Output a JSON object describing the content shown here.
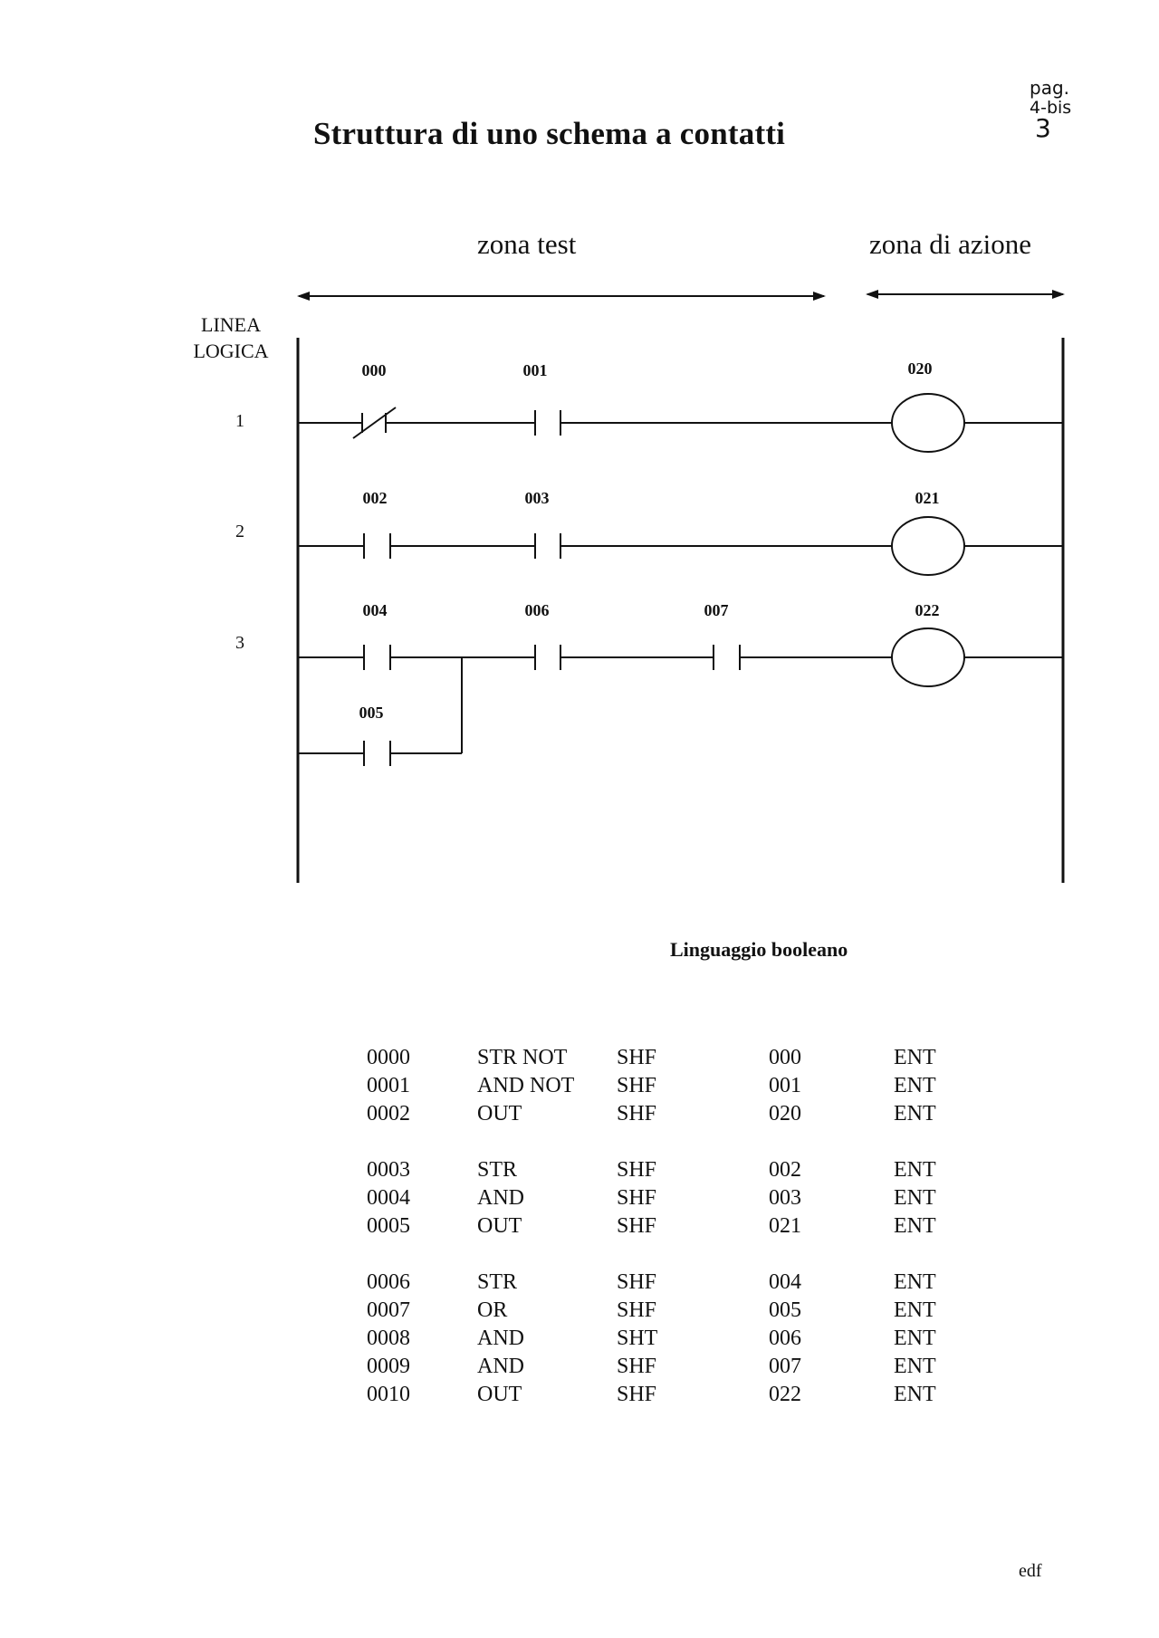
{
  "title": "Struttura di uno schema a contatti",
  "page_mark": {
    "line1": "pag.",
    "line2": "4-bis",
    "line3": "3"
  },
  "zones": {
    "test": "zona test",
    "action": "zona di azione"
  },
  "logic_line_label": {
    "line1": "LINEA",
    "line2": "LOGICA"
  },
  "rungs": [
    {
      "number": "1",
      "contacts": [
        {
          "addr": "000",
          "type": "NC"
        },
        {
          "addr": "001",
          "type": "NO"
        }
      ],
      "coil": "020"
    },
    {
      "number": "2",
      "contacts": [
        {
          "addr": "002",
          "type": "NO"
        },
        {
          "addr": "003",
          "type": "NO"
        }
      ],
      "coil": "021"
    },
    {
      "number": "3",
      "contacts": [
        {
          "addr": "004",
          "type": "NO"
        },
        {
          "addr": "006",
          "type": "NO"
        },
        {
          "addr": "007",
          "type": "NO"
        }
      ],
      "parallel_contact": {
        "addr": "005",
        "type": "NO"
      },
      "coil": "022"
    }
  ],
  "boolean_section": {
    "title": "Linguaggio booleano",
    "groups": [
      [
        [
          "0000",
          "STR NOT",
          "SHF",
          "000",
          "ENT"
        ],
        [
          "0001",
          "AND NOT",
          "SHF",
          "001",
          "ENT"
        ],
        [
          "0002",
          "OUT",
          "SHF",
          "020",
          "ENT"
        ]
      ],
      [
        [
          "0003",
          "STR",
          "SHF",
          "002",
          "ENT"
        ],
        [
          "0004",
          "AND",
          "SHF",
          "003",
          "ENT"
        ],
        [
          "0005",
          "OUT",
          "SHF",
          "021",
          "ENT"
        ]
      ],
      [
        [
          "0006",
          "STR",
          "SHF",
          "004",
          "ENT"
        ],
        [
          "0007",
          "OR",
          "SHF",
          "005",
          "ENT"
        ],
        [
          "0008",
          "AND",
          "SHT",
          "006",
          "ENT"
        ],
        [
          "0009",
          "AND",
          "SHF",
          "007",
          "ENT"
        ],
        [
          "0010",
          "OUT",
          "SHF",
          "022",
          "ENT"
        ]
      ]
    ]
  },
  "footer": "edf"
}
